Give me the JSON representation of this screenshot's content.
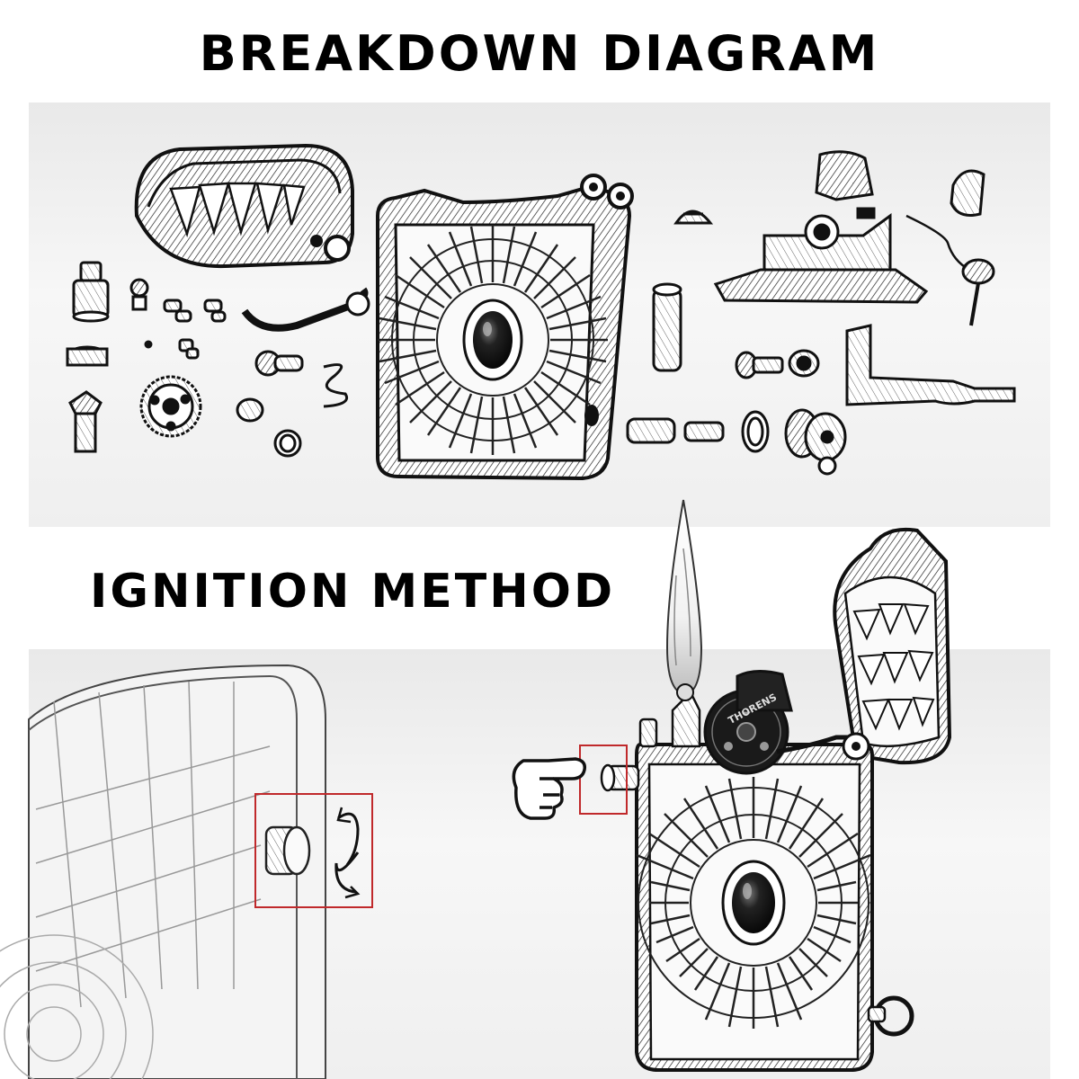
{
  "headings": {
    "breakdown": "BREAKDOWN DIAGRAM",
    "ignition": "IGNITION METHOD"
  },
  "engraving": {
    "brand": "THORENS"
  },
  "colors": {
    "ink": "#1a1a1a",
    "panel": "#efefef",
    "highlight_box": "#c0292b"
  },
  "icons": {
    "pointer": "hand-pointing-right-icon",
    "rotate": "rotate-arrows-icon"
  }
}
